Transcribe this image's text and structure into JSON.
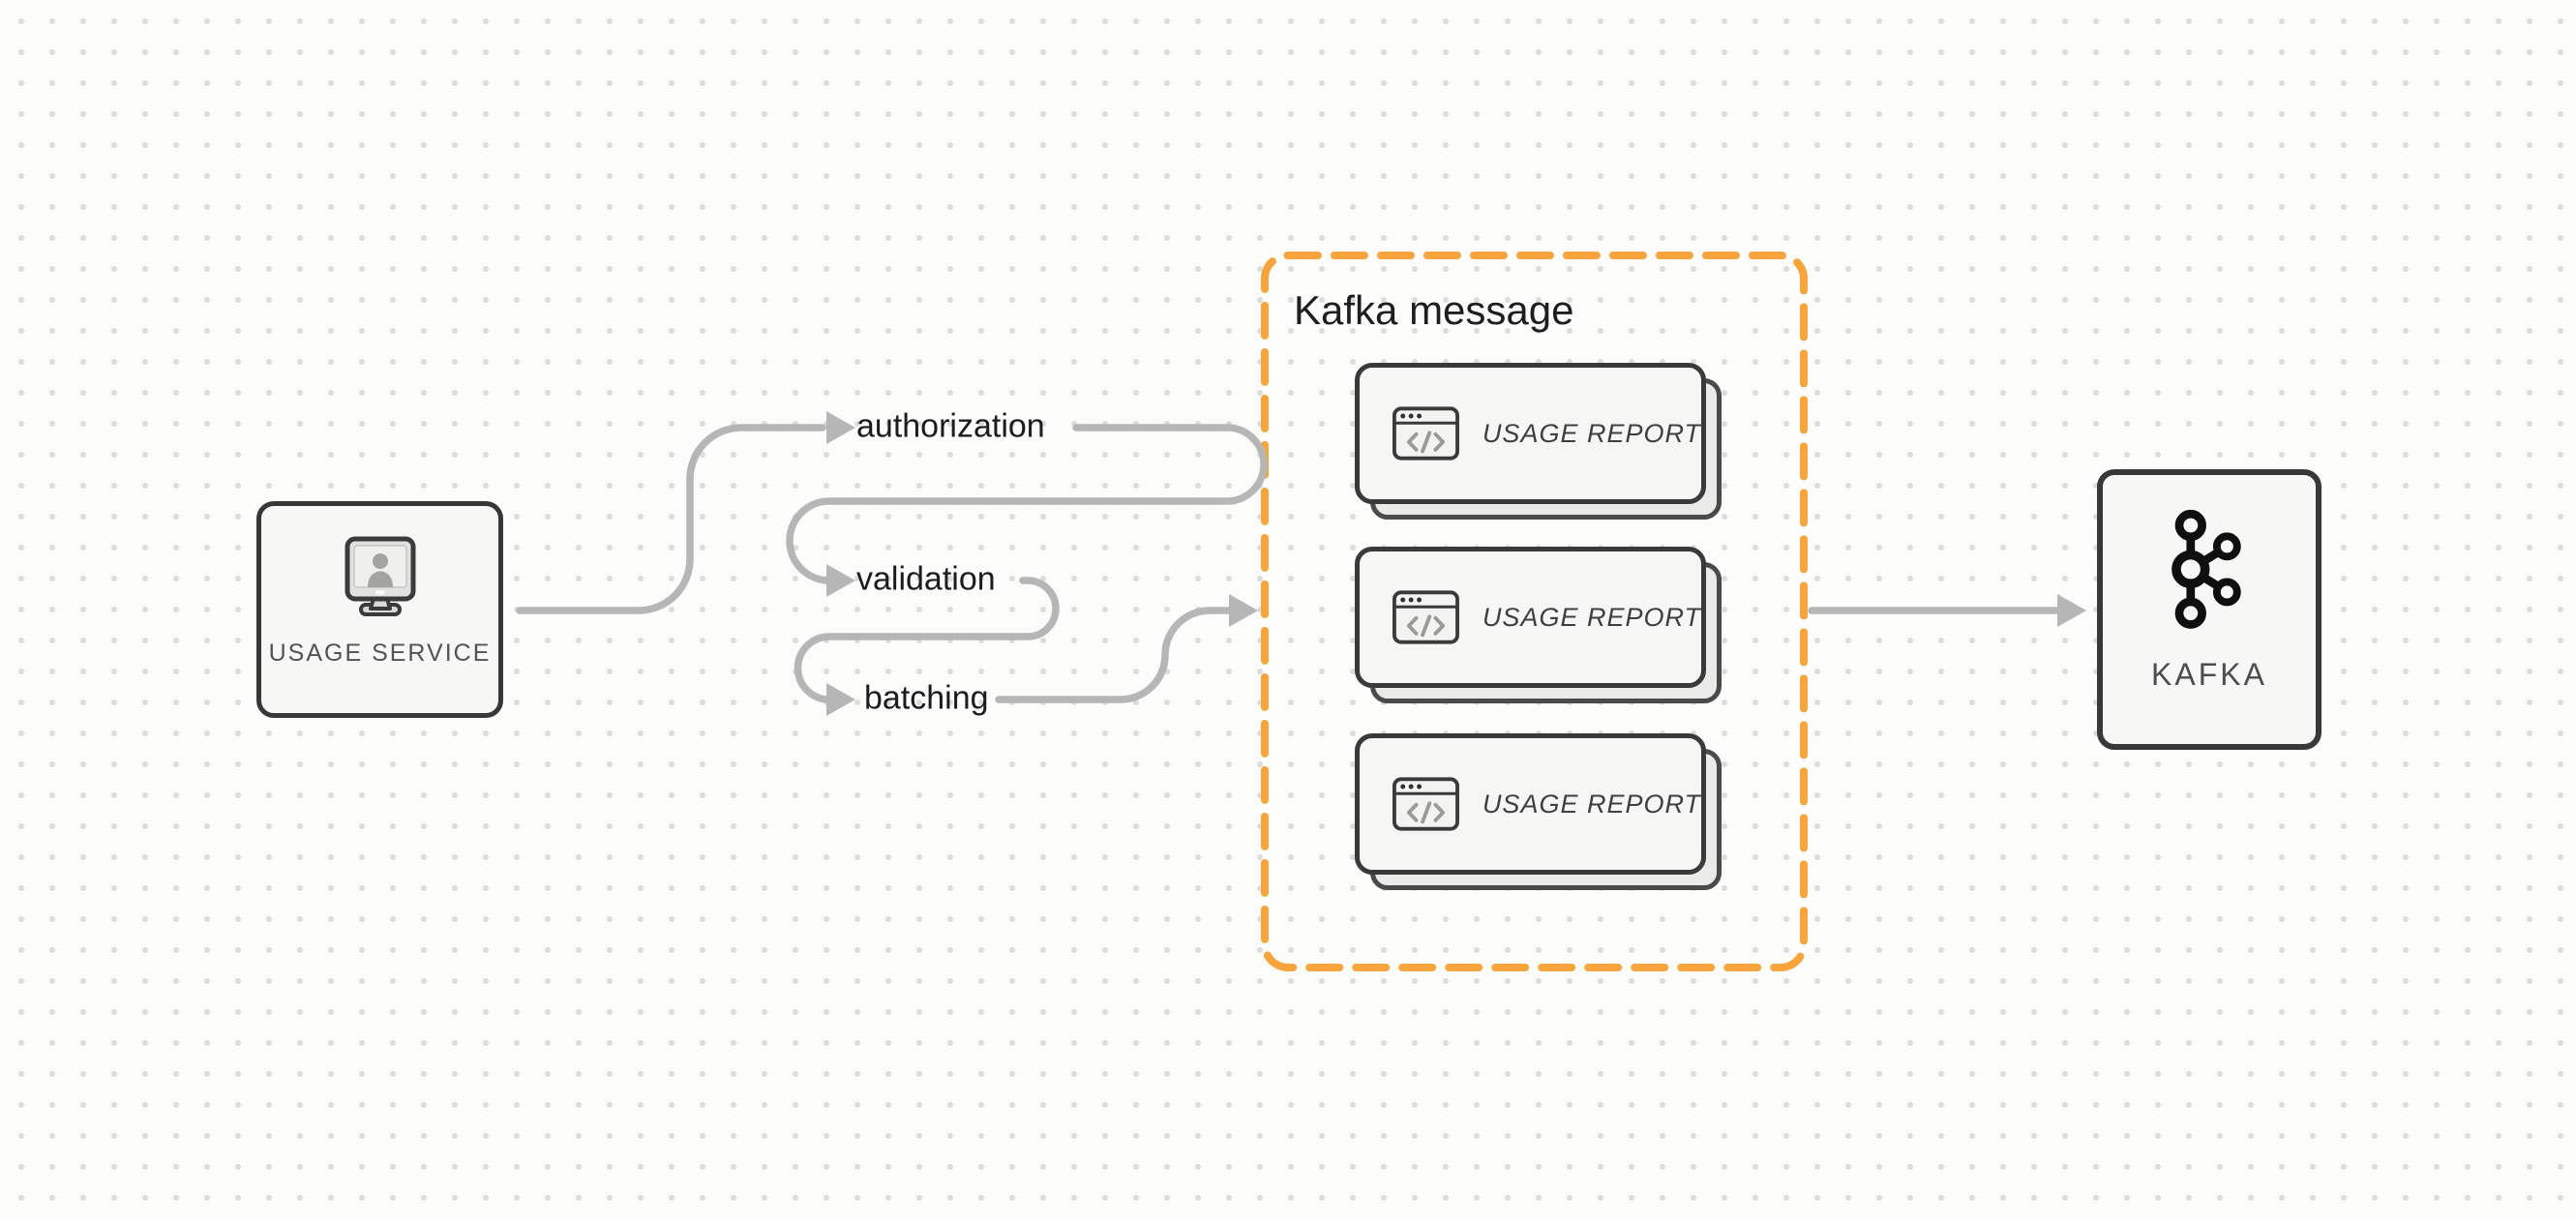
{
  "diagram": {
    "background_color": "#FCFCFB",
    "accent_orange": "#F8A43C",
    "connector_gray": "#B6B6B6",
    "usage_service": {
      "label": "USAGE SERVICE",
      "icon": "monitor-user-icon"
    },
    "flow_steps": [
      {
        "label": "authorization"
      },
      {
        "label": "validation"
      },
      {
        "label": "batching"
      }
    ],
    "kafka_message_group": {
      "title": "Kafka message",
      "cards": [
        {
          "label": "USAGE REPORT",
          "icon": "code-window-icon"
        },
        {
          "label": "USAGE REPORT",
          "icon": "code-window-icon"
        },
        {
          "label": "USAGE REPORT",
          "icon": "code-window-icon"
        }
      ]
    },
    "kafka": {
      "label": "KAFKA",
      "icon": "kafka-logo-icon"
    }
  }
}
